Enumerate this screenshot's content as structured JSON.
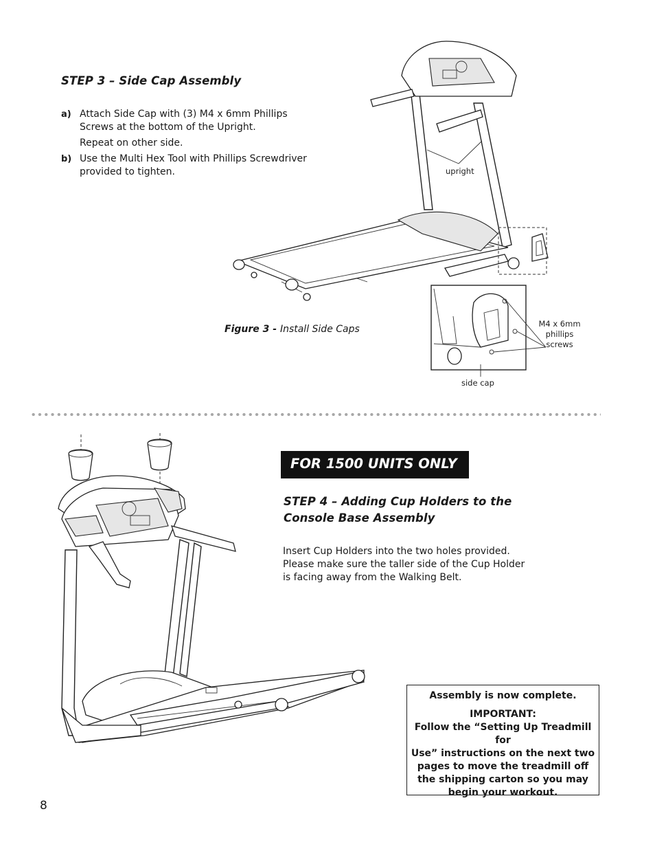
{
  "step3": {
    "title": "STEP 3 – Side Cap Assembly",
    "item_a_label": "a)",
    "item_a_line1": "Attach Side Cap with (3) M4 x 6mm Phillips",
    "item_a_line2": "Screws at the bottom of the Upright.",
    "item_a_line3": "Repeat on other side.",
    "item_b_label": "b)",
    "item_b_line1": "Use the Multi Hex Tool with Phillips Screwdriver",
    "item_b_line2": "provided to tighten."
  },
  "figure3": {
    "label_upright": "upright",
    "caption_bold": "Figure 3 - ",
    "caption_text": "Install Side Caps",
    "label_screws_1": "M4 x 6mm",
    "label_screws_2": "phillips",
    "label_screws_3": "screws",
    "label_side_cap": "side cap"
  },
  "banner": {
    "text": "FOR 1500 UNITS ONLY"
  },
  "step4": {
    "title_line1": "STEP 4 – Adding Cup Holders to the",
    "title_line2": "Console Base Assembly",
    "body_line1": "Insert Cup Holders into the two holes provided.",
    "body_line2": "Please make sure the taller side of the Cup Holder",
    "body_line3": "is facing away from the Walking Belt."
  },
  "notice": {
    "line1": "Assembly is now complete.",
    "line2": "IMPORTANT:",
    "line3": "Follow the “Setting Up Treadmill for",
    "line4": "Use” instructions on the next two",
    "line5": "pages to move the treadmill off",
    "line6": "the shipping carton so you may",
    "line7": "begin your workout."
  },
  "footer": {
    "page_number": "8"
  }
}
